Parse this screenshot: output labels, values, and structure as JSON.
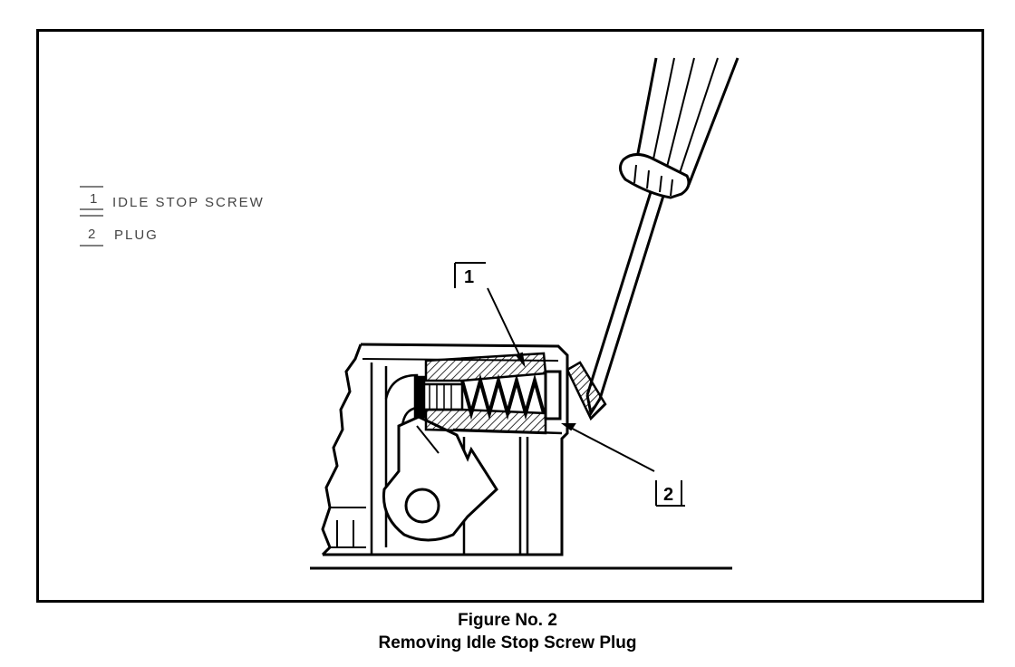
{
  "legend": {
    "items": [
      {
        "number": "1",
        "label": "IDLE STOP SCREW"
      },
      {
        "number": "2",
        "label": "PLUG"
      }
    ]
  },
  "callouts": {
    "one": "1",
    "two": "2"
  },
  "caption": {
    "line1": "Figure No. 2",
    "line2": "Removing Idle Stop Screw Plug"
  }
}
